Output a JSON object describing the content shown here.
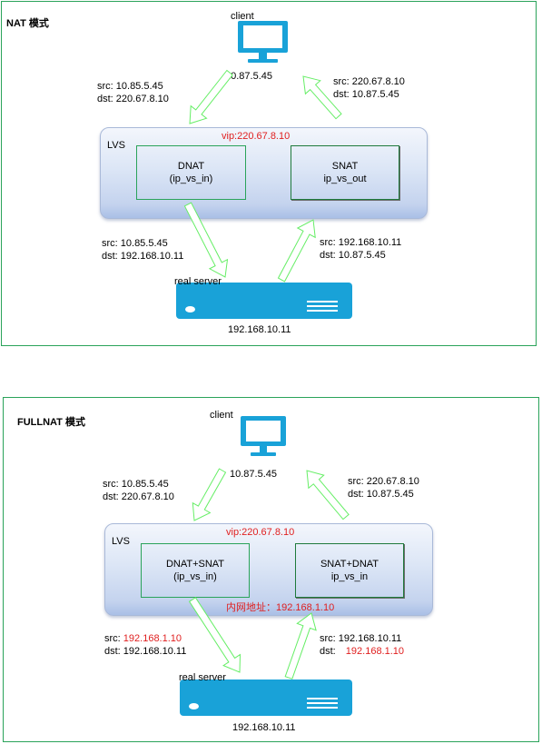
{
  "nat": {
    "title": "NAT 模式",
    "client_label": "client",
    "client_ip": "10.87.5.45",
    "req_in": {
      "src": "src: 10.85.5.45",
      "dst": "dst:   220.67.8.10"
    },
    "resp_out": {
      "src": "src: 220.67.8.10",
      "dst": "dst:   10.87.5.45"
    },
    "lvs_label": "LVS",
    "vip": "vip:220.67.8.10",
    "box_left": {
      "line1": "DNAT",
      "line2": "(ip_vs_in)"
    },
    "box_right": {
      "line1": "SNAT",
      "line2": "ip_vs_out"
    },
    "req_fwd": {
      "src": "src: 10.85.5.45",
      "dst": "dst: 192.168.10.11"
    },
    "resp_back": {
      "src": "src: 192.168.10.11",
      "dst": "dst:   10.87.5.45"
    },
    "server_label": "real server",
    "server_ip": "192.168.10.11"
  },
  "fullnat": {
    "title": "FULLNAT 模式",
    "client_label": "client",
    "client_ip": "10.87.5.45",
    "req_in": {
      "src": "src: 10.85.5.45",
      "dst": "dst:   220.67.8.10"
    },
    "resp_out": {
      "src": "src: 220.67.8.10",
      "dst": "dst:   10.87.5.45"
    },
    "lvs_label": "LVS",
    "vip": "vip:220.67.8.10",
    "box_left": {
      "line1": "DNAT+SNAT",
      "line2": "(ip_vs_in)"
    },
    "box_right": {
      "line1": "SNAT+DNAT",
      "line2": "ip_vs_in"
    },
    "internal_addr": "内网地址：192.168.1.10",
    "req_fwd": {
      "src_prefix": "src:",
      "src_value": "192.168.1.10",
      "dst": "dst: 192.168.10.11"
    },
    "resp_back": {
      "src": "src: 192.168.10.11",
      "dst_prefix": "dst:",
      "dst_value": "192.168.1.10"
    },
    "server_label": "real server",
    "server_ip": "192.168.10.11"
  },
  "colors": {
    "panel_border": "#2aa35a",
    "arrow_stroke": "#66ee66",
    "accent_red": "#e02020",
    "icon_blue": "#19a2d8"
  }
}
